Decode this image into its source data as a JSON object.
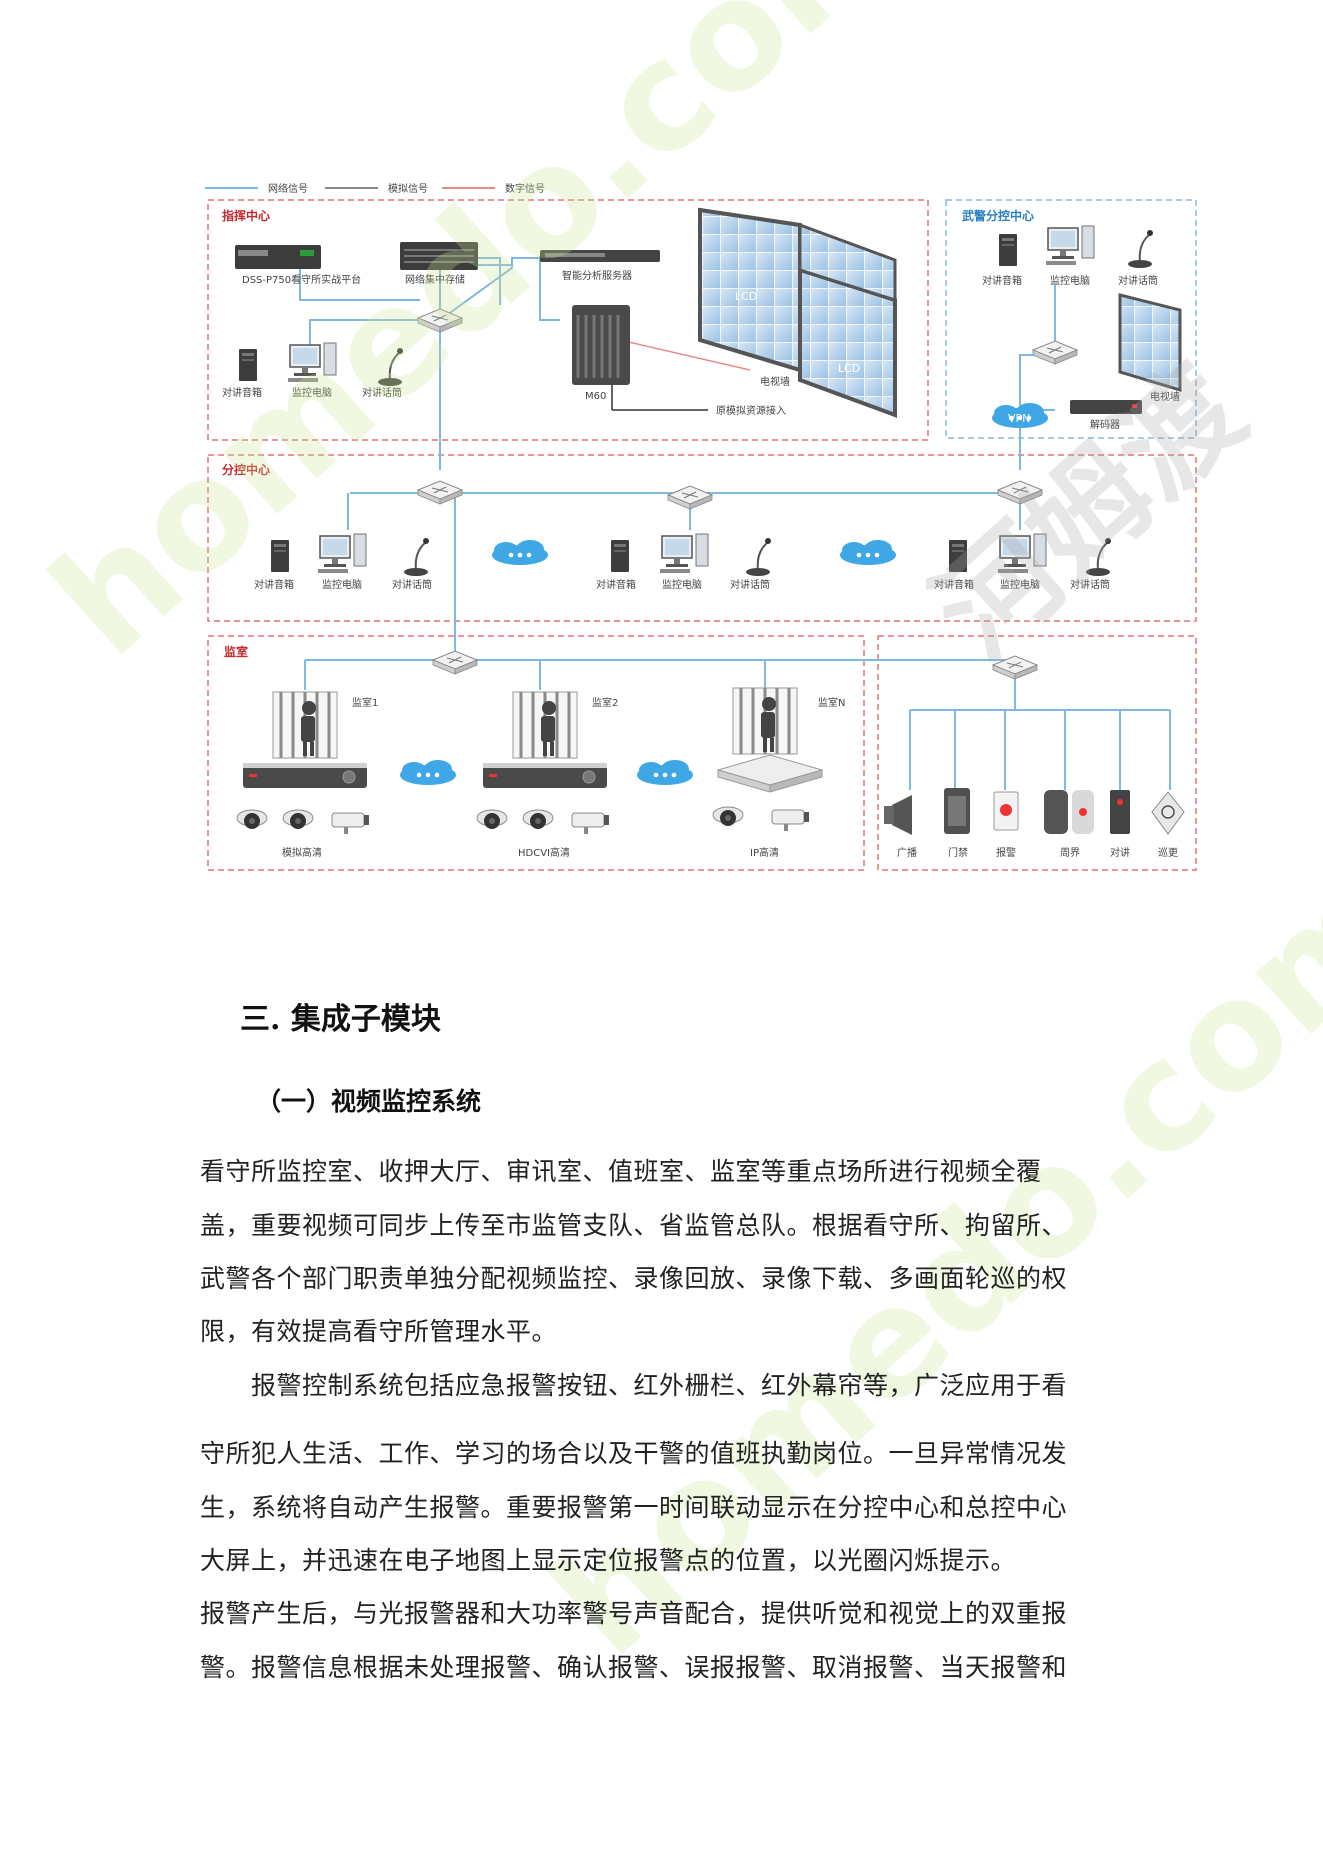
{
  "diagram": {
    "legend": [
      "网络信号",
      "模拟信号",
      "数字信号"
    ],
    "command_center": {
      "title": "指挥中心",
      "dss_label": "DSS-P750看守所实战平台",
      "storage_label": "网络集中存储",
      "analysis_label": "智能分析服务器",
      "m60_label": "M60",
      "analog_label": "原模拟资源接入",
      "tv_wall_label": "电视墙",
      "lcd_label": "LCD",
      "intercom_box": "对讲音箱",
      "monitor_pc": "监控电脑",
      "intercom_mic": "对讲话筒"
    },
    "armed_police": {
      "title": "武警分控中心",
      "intercom_box": "对讲音箱",
      "monitor_pc": "监控电脑",
      "intercom_mic": "对讲话筒",
      "vpn_label": "VPN",
      "decoder_label": "解码器",
      "tv_wall_label": "电视墙"
    },
    "branch_center": {
      "title": "分控中心",
      "intercom_box": "对讲音箱",
      "monitor_pc": "监控电脑",
      "intercom_mic": "对讲话筒"
    },
    "cells": {
      "title": "监室",
      "cell1": "监室1",
      "cell2": "监室2",
      "cellN": "监室N",
      "analog_hd": "模拟高清",
      "hdcvi_hd": "HDCVI高清",
      "ip_hd": "IP高清"
    },
    "devices": {
      "broadcast": "广播",
      "access": "门禁",
      "alarm": "报警",
      "perimeter": "周界",
      "intercom": "对讲",
      "patrol": "巡更"
    },
    "colors": {
      "network": "#7fb9e0",
      "analog": "#888888",
      "digital": "#e88a8a",
      "frame_red": "#e07575",
      "frame_blue": "#8ab8dd"
    }
  },
  "watermarks": [
    "homedo.com",
    "homedo.com",
    "河姆渡"
  ],
  "document": {
    "heading": "三. 集成子模块",
    "subheading": "（一）视频监控系统",
    "lines": [
      "看守所监控室、收押大厅、审讯室、值班室、监室等重点场所进行视频全覆",
      "盖，重要视频可同步上传至市监管支队、省监管总队。根据看守所、拘留所、",
      "武警各个部门职责单独分配视频监控、录像回放、录像下载、多画面轮巡的权",
      "限，有效提高看守所管理水平。",
      "　　报警控制系统包括应急报警按钮、红外栅栏、红外幕帘等，广泛应用于看",
      "守所犯人生活、工作、学习的场合以及干警的值班执勤岗位。一旦异常情况发",
      "生，系统将自动产生报警。重要报警第一时间联动显示在分控中心和总控中心",
      "大屏上，并迅速在电子地图上显示定位报警点的位置，以光圈闪烁提示。",
      "报警产生后，与光报警器和大功率警号声音配合，提供听觉和视觉上的双重报",
      "警。报警信息根据未处理报警、确认报警、误报报警、取消报警、当天报警和"
    ]
  }
}
